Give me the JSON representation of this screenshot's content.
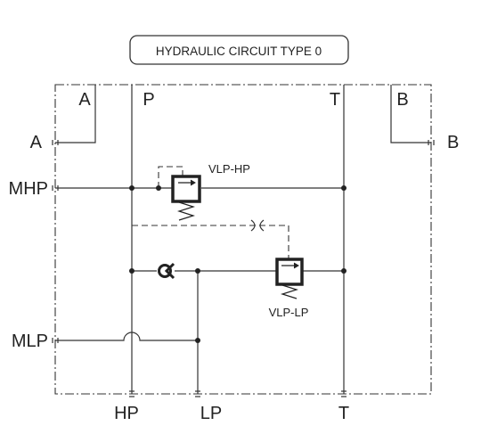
{
  "title": "HYDRAULIC CIRCUIT TYPE 0",
  "ports": {
    "a_outer": "A",
    "b_outer": "B",
    "a_inner": "A",
    "b_inner": "B",
    "p": "P",
    "t_top": "T",
    "mhp": "MHP",
    "mlp": "MLP",
    "hp": "HP",
    "lp": "LP",
    "t_bottom": "T"
  },
  "valves": {
    "high_pressure": "VLP-HP",
    "low_pressure": "VLP-LP"
  }
}
